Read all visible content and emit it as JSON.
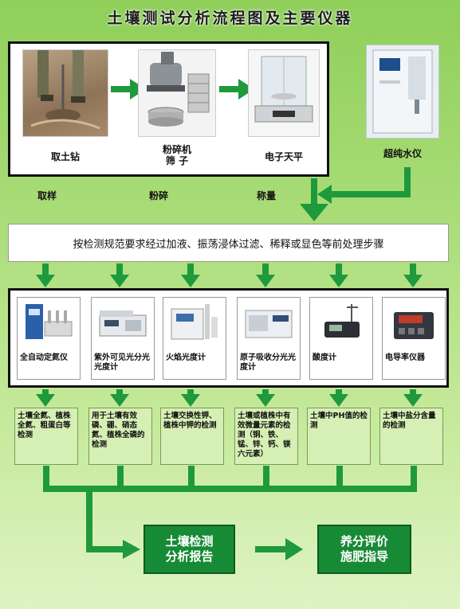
{
  "title": "土壤测试分析流程图及主要仪器",
  "top": {
    "tools": [
      {
        "label": "取土钻",
        "icon": "soil-auger-photo"
      },
      {
        "label_l1": "粉碎机",
        "label_l2": "筛  子",
        "icon": "grinder-sieve-photo"
      },
      {
        "label": "电子天平",
        "icon": "electronic-balance-photo"
      }
    ],
    "water": {
      "label": "超纯水仪",
      "icon": "ultrapure-water-photo"
    }
  },
  "steps": [
    "取样",
    "粉碎",
    "称量"
  ],
  "process": "按检测规范要求经过加液、振荡浸体过滤、稀释或显色等前处理步骤",
  "instruments": [
    {
      "name": "全自动定氮仪",
      "icon": "nitrogen-analyzer-photo"
    },
    {
      "name": "紫外可见光分光光度计",
      "icon": "spectrophotometer-photo"
    },
    {
      "name": "火焰光度计",
      "icon": "flame-photometer-photo"
    },
    {
      "name": "原子吸收分光光度计",
      "icon": "atomic-absorption-photo"
    },
    {
      "name": "酸度计",
      "icon": "ph-meter-photo"
    },
    {
      "name": "电导率仪器",
      "icon": "conductivity-meter-photo"
    }
  ],
  "results": [
    "土壤全氮、植株全氮、粗蛋白等检测",
    "用于土壤有效磷、硼、硝态氮、植株全磷的检测",
    "土壤交换性钾、植株中钾的检测",
    "土壤或植株中有效微量元素的检测（铜、铁、锰、锌、钙、镁六元素）",
    "土壤中PH值的检测",
    "土壤中盐分含量的检测"
  ],
  "final": [
    {
      "l1": "土壤检测",
      "l2": "分析报告"
    },
    {
      "l1": "养分评价",
      "l2": "施肥指导"
    }
  ],
  "colors": {
    "arrow": "#1e9a3c",
    "final_box": "#178a35",
    "result_box": "#d6efb4"
  }
}
